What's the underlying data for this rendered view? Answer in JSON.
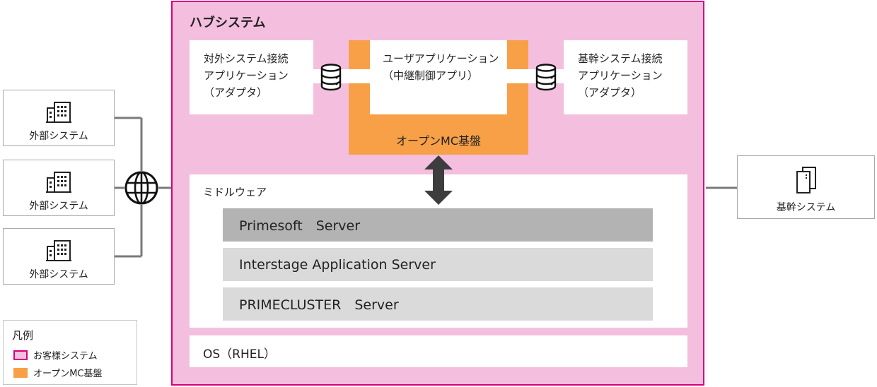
{
  "hub": {
    "title": "ハブシステム"
  },
  "apps": {
    "external": {
      "line1": "対外システム接続",
      "line2": "アプリケーション",
      "line3": "（アダプタ）"
    },
    "user": {
      "line1": "ユーザアプリケーション",
      "line2": "（中継制御アプリ）"
    },
    "core": {
      "line1": "基幹システム接続",
      "line2": "アプリケーション",
      "line3": "（アダプタ）"
    }
  },
  "open_mc": {
    "label": "オープンMC基盤"
  },
  "middleware": {
    "title": "ミドルウェア",
    "products": [
      "Primesoft　Server",
      "Interstage Application Server",
      "PRIMECLUSTER　Server"
    ]
  },
  "os": {
    "label": "OS（RHEL）"
  },
  "external_systems": [
    "外部システム",
    "外部システム",
    "外部システム"
  ],
  "core_system": {
    "label": "基幹システム"
  },
  "legend": {
    "title": "凡例",
    "items": [
      "お客様システム",
      "オープンMC基盤"
    ]
  },
  "colors": {
    "hub_fill": "#f4bedf",
    "hub_border": "#d6007f",
    "open_mc": "#f7a047",
    "product_primary": "#b3b3b3",
    "product_secondary": "#dadada"
  },
  "icons": {
    "external_system": "office-building-icon",
    "core_system": "server-rack-icon",
    "network": "globe-icon",
    "database": "database-icon",
    "connection": "bidirectional-arrow-icon"
  }
}
